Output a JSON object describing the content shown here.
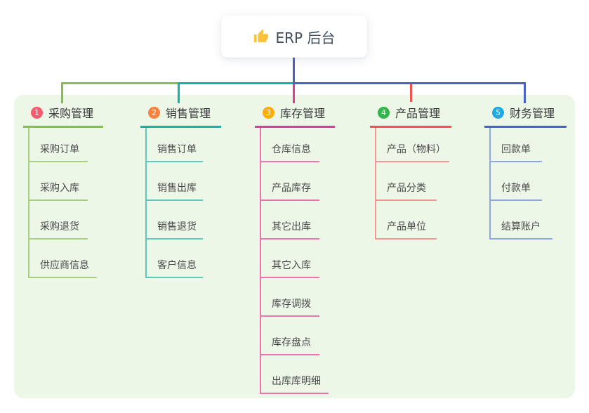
{
  "root": {
    "title": "ERP 后台",
    "icon": "thumbs-up"
  },
  "colors": {
    "panel_bg": "#ecf7e8",
    "root_line": "#4a5fc8",
    "thumb_icon": "#f9c23c",
    "branch_main_lines": [
      "#88bf4a",
      "#10b5a6",
      "#dd3d90",
      "#f6514d",
      "#4a61c9"
    ],
    "branch_light_lines": [
      "#a8cf82",
      "#5ec9bd",
      "#ee74ad",
      "#f89490",
      "#8fa7e6"
    ],
    "badge_colors": [
      "#f65c70",
      "#f8833f",
      "#fcae05",
      "#35b44d",
      "#23a8e0"
    ]
  },
  "branches": [
    {
      "num": "1",
      "title": "采购管理",
      "children": [
        "采购订单",
        "采购入库",
        "采购退货",
        "供应商信息"
      ]
    },
    {
      "num": "2",
      "title": "销售管理",
      "children": [
        "销售订单",
        "销售出库",
        "销售退货",
        "客户信息"
      ]
    },
    {
      "num": "3",
      "title": "库存管理",
      "children": [
        "仓库信息",
        "产品库存",
        "其它出库",
        "其它入库",
        "库存调拨",
        "库存盘点",
        "出库库明细"
      ]
    },
    {
      "num": "4",
      "title": "产品管理",
      "children": [
        "产品（物料）",
        "产品分类",
        "产品单位"
      ]
    },
    {
      "num": "5",
      "title": "财务管理",
      "children": [
        "回款单",
        "付款单",
        "结算账户"
      ]
    }
  ]
}
